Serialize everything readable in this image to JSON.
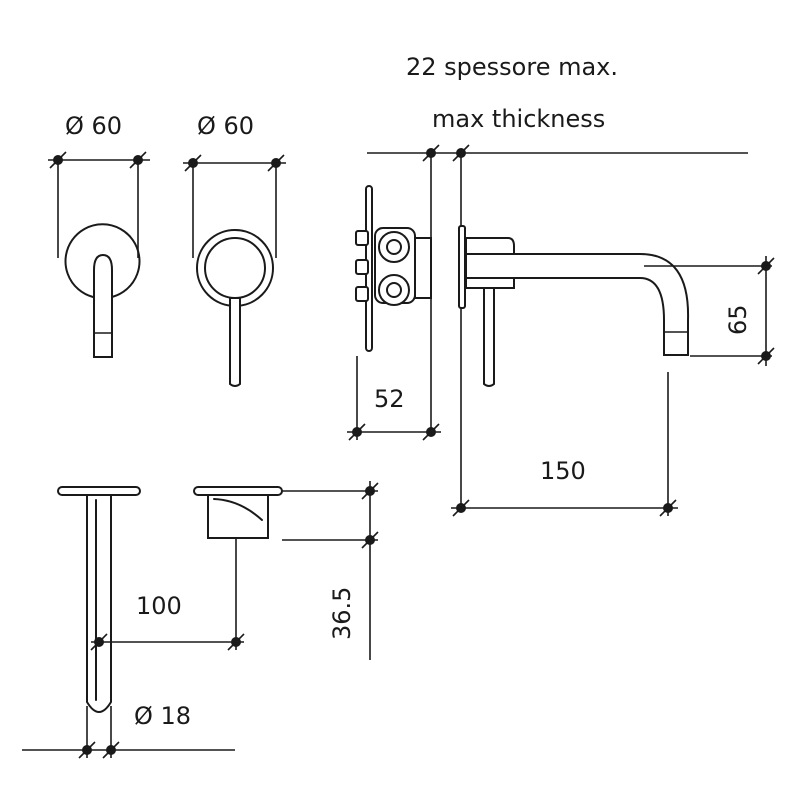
{
  "labels": {
    "thickness_it": "22 spessore max.",
    "thickness_en": "max thickness",
    "dia_handle_a": "Ø 60",
    "dia_handle_b": "Ø 60",
    "depth_52": "52",
    "height_65": "65",
    "length_150": "150",
    "dist_100": "100",
    "height_36_5": "36.5",
    "dia_18": "Ø 18"
  },
  "colors": {
    "line": "#1a1a1a",
    "background": "#ffffff"
  }
}
